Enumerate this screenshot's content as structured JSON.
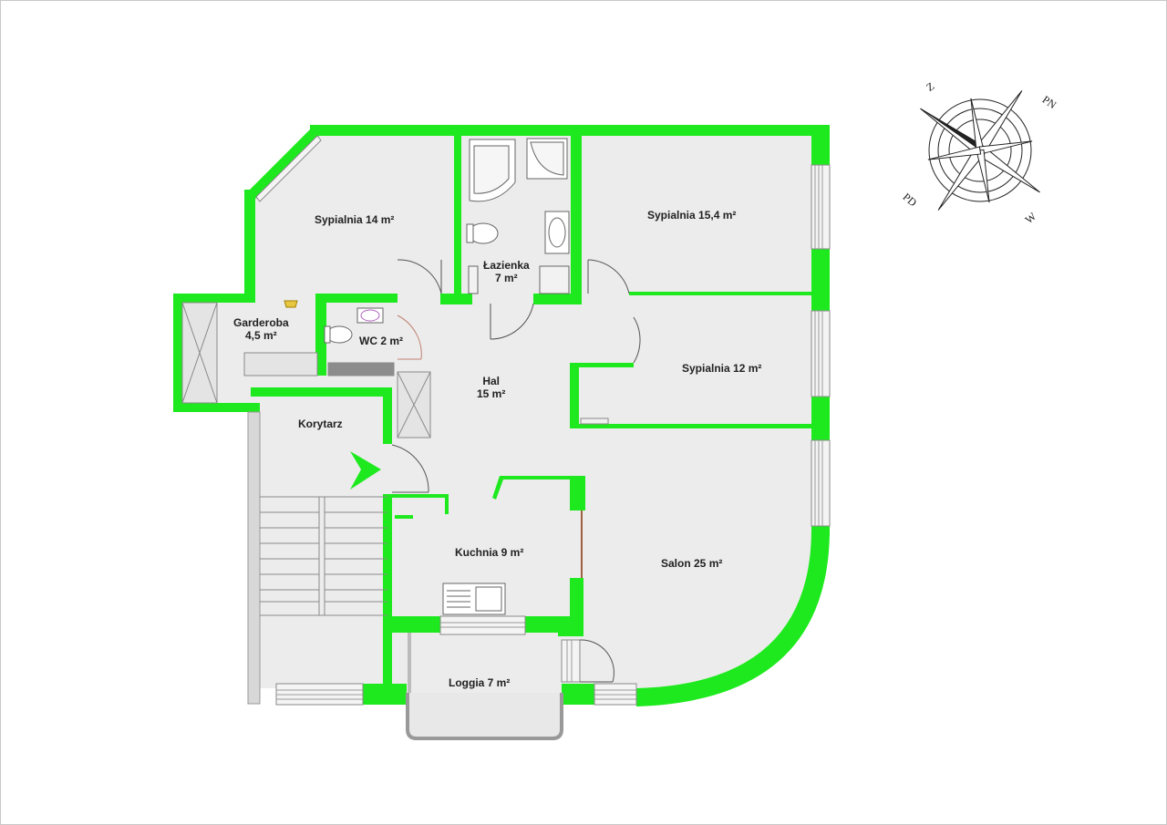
{
  "colors": {
    "wall": "#1ee91e",
    "floor": "#ececec",
    "background": "#ffffff",
    "window": "#f4f4f4",
    "line": "#7a7a7a"
  },
  "rooms": [
    {
      "name": "Sypialnia 14 m²"
    },
    {
      "name": "Łazienka",
      "area": "7 m²"
    },
    {
      "name": "Sypialnia 15,4 m²"
    },
    {
      "name": "Garderoba",
      "area": "4,5 m²"
    },
    {
      "name": "WC 2 m²"
    },
    {
      "name": "Sypialnia 12 m²"
    },
    {
      "name": "Hal",
      "area": "15 m²"
    },
    {
      "name": "Korytarz"
    },
    {
      "name": "Kuchnia 9 m²"
    },
    {
      "name": "Salon 25 m²"
    },
    {
      "name": "Loggia 7 m²"
    }
  ],
  "compass": {
    "n": "Z",
    "ne": "PN",
    "sw": "PD",
    "se": "W"
  },
  "icons": [
    "compass-rose-icon",
    "entrance-arrow-icon",
    "bathtub-icon",
    "shower-icon",
    "toilet-icon",
    "sink-icon",
    "kitchen-sink-icon"
  ]
}
